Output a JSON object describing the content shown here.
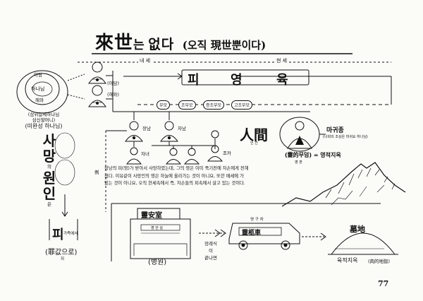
{
  "title": {
    "hanja": "來世",
    "connector": "는",
    "rest": "없다",
    "paren": "(오직 現世뿐이다)"
  },
  "headers": {
    "naese": "내  세",
    "hyeonse": "현  세"
  },
  "pi_yeong_yuk": [
    "피",
    "영",
    "육"
  ],
  "left_circle": {
    "top": "아담",
    "center": "하나님",
    "bottom": "해와",
    "caption1": "(삼위일체하나님",
    "caption2": "삼신할머니)",
    "caption3": "(미완성 하나님)"
  },
  "couple_labels": {
    "adam": "(아담)",
    "haewa": "(해와)"
  },
  "ancestors": [
    "부모",
    "조부모",
    "증조부모",
    "고조부모"
  ],
  "children": {
    "eldest": "장남",
    "second": "차남",
    "grandchild": "자녀",
    "nephew": "조카"
  },
  "ingan": {
    "title": "人間",
    "reading": "인  간"
  },
  "demon": {
    "label": "마귀종",
    "sub": "(너희의 조상은 마귀요 하나님)",
    "tomb_text": "(靈的무덤) = 영적지옥",
    "sub2": "영  혼"
  },
  "death_cause": {
    "chars": [
      "사",
      "망",
      "원",
      "인"
    ],
    "particle1": "의",
    "particle2": "은",
    "blood": "피",
    "blood_note": "가족에서",
    "price": "(罪값으로)",
    "price_note": "죄"
  },
  "side_marker": "例",
  "note": "장남의 피(영)가 받아서 사망하였는데, 그의 영은 이미 죽기전에 자손에게 전해졌다. 이유같이 사망인의 영은 하늘에 올라가는 것이 아니요, 또한 매세에 가 있는 것이 아니요, 오직 현세속에서 즉, 자손들의 피속에서 살고 있는 것이다.",
  "hospital": {
    "sign": "靈安室",
    "sign_sub": "영 안 실",
    "label": "(병원)"
  },
  "hearse": {
    "label_top": "영 구 차",
    "sign": "靈柩車",
    "side_text": [
      "장례식",
      "이",
      "끝나면"
    ]
  },
  "grave": {
    "sign": "墓地",
    "label": "육적지옥",
    "paren": "(肉的地獄)"
  },
  "page_number": "77"
}
